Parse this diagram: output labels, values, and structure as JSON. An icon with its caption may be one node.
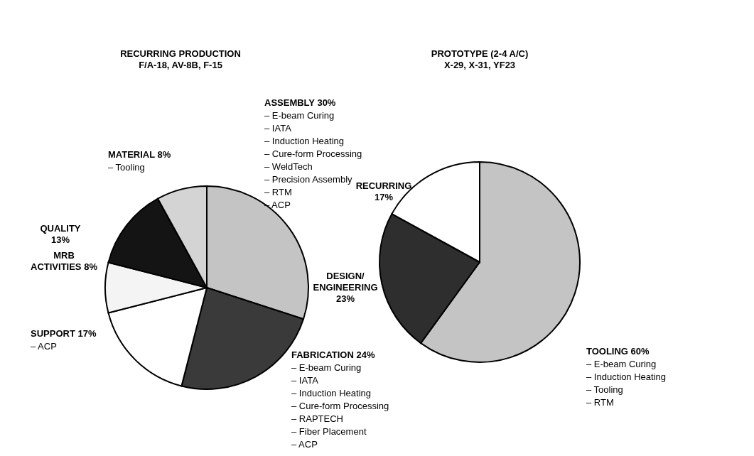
{
  "diagram": {
    "labels": [
      "F/A-18, AV-8B, F-15",
      "X-29, X-31, YF23",
      "– E-beam Curing",
      "– IATA",
      "– Induction Heating",
      "– Cure-form Processing",
      "– WeldTech",
      "– Precision Assembly",
      "– RTM",
      "– ACP",
      "– Tooling",
      "– E-beam Curing",
      "– Induction Heating",
      "– Tooling",
      "– RTM",
      "– ACP",
      "– E-beam Curing",
      "– IATA",
      "– Induction Heating",
      "– Cure-form Processing",
      "– RAPTECH",
      "– Fiber Placement",
      "– ACP"
    ],
    "chart_data": [
      {
        "type": "pie",
        "title": "RECURRING PRODUCTION",
        "categories": [
          "ASSEMBLY 30%",
          "FABRICATION 24%",
          "SUPPORT 17%",
          "MRB ACTIVITIES 8%",
          "QUALITY 13%",
          "MATERIAL 8%"
        ],
        "values": [
          30,
          24,
          17,
          8,
          13,
          8
        ]
      },
      {
        "type": "pie",
        "title": "PROTOTYPE (2-4 A/C)",
        "categories": [
          "TOOLING 60%",
          "DESIGN/ ENGINEERING 23%",
          "RECURRING 17%"
        ],
        "values": [
          60,
          23,
          17
        ]
      }
    ]
  }
}
